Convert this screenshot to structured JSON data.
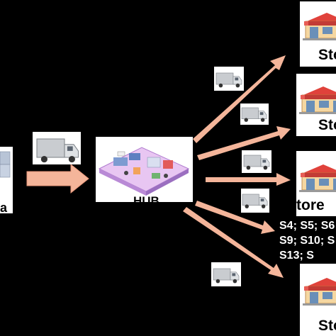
{
  "hub": {
    "label": "HUB"
  },
  "origin": {
    "label": "a"
  },
  "stores": [
    {
      "label": "Sto"
    },
    {
      "label": "Sto"
    },
    {
      "label": "Store"
    },
    {
      "label": "Sto"
    }
  ],
  "store_codes": [
    "S4; S5; S6",
    "S9; S10; S",
    "S13; S"
  ],
  "colors": {
    "arrow": "#f4b59a",
    "background": "#000000",
    "card": "#ffffff"
  }
}
